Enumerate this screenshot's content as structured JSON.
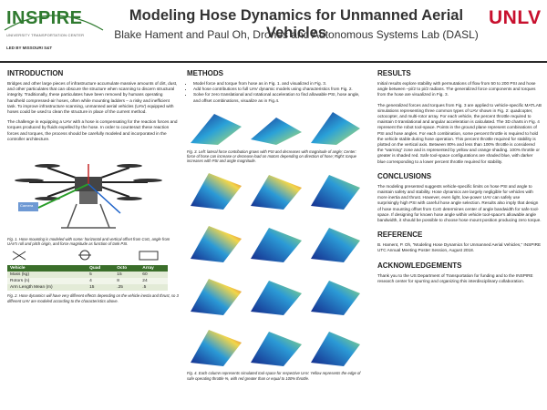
{
  "header": {
    "title": "Modeling Hose Dynamics for Unmanned Aerial Vehicles",
    "authors": "Blake Hament and Paul Oh, Drones and Autonomous Systems Lab (DASL)",
    "logo_left": "INSPIRE",
    "logo_left_sub": "UNIVERSITY TRANSPORTATION CENTER",
    "logo_left_sub2": "LED BY MISSOURI S&T",
    "logo_right": "UNLV"
  },
  "intro": {
    "heading": "INTRODUCTION",
    "p1": "Bridges and other large pieces of infrastructure accumulate massive amounts of dirt, dust, and other particulates that can obscure the structure when scanning to discern structural integrity. Traditionally, these particulates have been removed by humans operating handheld compressed-air hoses, often while mounting ladders – a risky and inefficient task. To improve infrastructure scanning, unmanned aerial vehicles (UAV) equipped with hoses could be used to clean the structure in place of the current method.",
    "p2": "The challenge in equipping a UAV with a hose is compensating for the reaction forces and torques produced by fluids expelled by the hose. In order to counteract these reaction forces and torques, the process should be carefully modeled and incorporated in the controller architecture.",
    "fig1_caption": "Fig. 1. Hose mounting is modeled with some: horizontal and vertical offset from CoG, angle from UAV's roll and pitch origin, and force magnitude as function of tank PSI.",
    "fig1_label": "Camera",
    "table": {
      "headers": [
        "Vehicle",
        "Quad",
        "Octo",
        "Array"
      ],
      "rows": [
        [
          "Mass (kg)",
          "5",
          "15",
          "60"
        ],
        [
          "Rotors (n)",
          "4",
          "8",
          "24"
        ],
        [
          "Arm Length Mean (m)",
          "15",
          ".25",
          ".5"
        ]
      ]
    },
    "fig2_caption": "Fig. 2. Hose dynamics will have very different effects depending on the vehicle inertia and thrust, so 3 different UAV are modeled according to the characteristics above."
  },
  "methods": {
    "heading": "METHODS",
    "bullets": [
      "Model force and torque from hose as in Fig. 1. and visualized in Fig. 3.",
      "Add hose contributions to full UAV dynamic models using characteristics from Fig. 2.",
      "Solve for zero translational and rotational acceleration to find allowable PSI, hose angle, and offset combinations, visualize as in Fig.4."
    ],
    "fig3_caption": "Fig. 3. Left: lateral force contribution grows with PSI and decreases with magnitude of angle; Center: force of hose can increase or decrease load on motors depending on direction of hose; Right: torque increases with PSI and angle magnitude.",
    "fig4_caption": "Fig. 4. Each column represents simulated tool-space for respective UAV. Yellow represents the edge of safe operating throttle %, with red greater than or equal to 100% throttle."
  },
  "results": {
    "heading": "RESULTS",
    "p1": "Initial results explore stability with permutations of flow from 50 to 200 PSI and  hose angle between –pi/2 to pi/2 radians. The generalized force components and torques from the hose are visualized in Fig. 3.",
    "p2": "The generalized forces and torques from Fig. 3 are applied to vehicle-specific MATLAB simulations representing three common types of UAV shown in Fig. 2: quadcopter, octocopter, and multi-rotor array. For each vehicle, the percent throttle required to maintain 0 translational and angular acceleration is calculated. The 3D charts in Fig. 4 represent the robot tool-space. Points in the ground plane represent combinations of PSI and hose angles. For each combination, some percent throttle is required to hold the vehicle stable during hose operation. This percent throttle required for stability is plotted on the vertical axis. Between 80% and less than 100% throttle is considered the “warning” zone and is represented by yellow and orange shading. 100% throttle or greater is shaded red. Safe tool-space configurations are shaded blue, with darker blue corresponding to a lower percent throttle required for stability."
  },
  "conclusions": {
    "heading": "CONCLUSIONS",
    "p1": "The modeling presented suggests vehicle-specific limits on hose PSI and angle to maintain safety and stability. Hose dynamics are largely negligible for vehicles with more inertia and thrust. However, even light, low-power UAV can safely use surprisingly high PSI with careful hose angle selection. Results also imply that design of hose mounting offset from CoG determines center of angle bandwidth for safe tool-space. If designing for known hose angle within vehicle tool-space’s allowable angle bandwidth, it should be possible to choose hose mount position producing zero torque."
  },
  "reference": {
    "heading": "REFERENCE",
    "text": "B. Hament, P. Oh, “Modeling Hose Dynamics for Unmanned Aerial Vehicles,” INSPIRE UTC Annual Meeting Poster Session, August 2018."
  },
  "ack": {
    "heading": "ACKNOWLEDGEMENTS",
    "text": "Thank you to the US Department of Transportation for funding and to the INSPIRE research center for spurring and organizing this interdisciplinary collaboration."
  },
  "colors": {
    "inspire_green": "#2f7a2f",
    "unlv_red": "#c8102e",
    "table_header": "#3a6e2a"
  }
}
